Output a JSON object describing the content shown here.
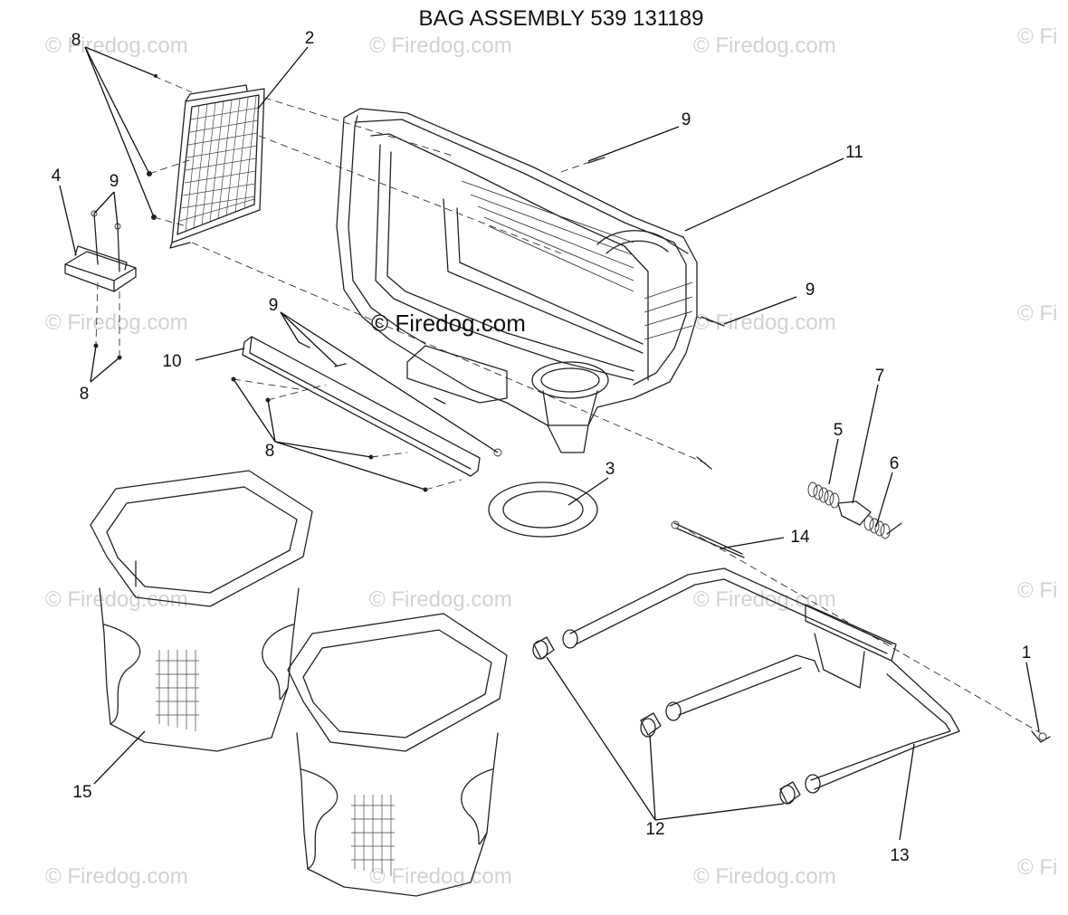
{
  "title": "BAG ASSEMBLY 539 131189",
  "watermark": "© Firedog.com",
  "watermark_faint": "© Firedog.com",
  "watermark_cut": "© Fi",
  "callouts": {
    "c1": "1",
    "c2": "2",
    "c3": "3",
    "c4": "4",
    "c5": "5",
    "c6": "6",
    "c7": "7",
    "c8a": "8",
    "c8b": "8",
    "c8c": "8",
    "c9a": "9",
    "c9b": "9",
    "c9c": "9",
    "c9d": "9",
    "c10": "10",
    "c11": "11",
    "c12": "12",
    "c13": "13",
    "c14": "14",
    "c15": "15"
  },
  "colors": {
    "line": "#222222",
    "watermark": "#d2d2d2",
    "background": "#ffffff"
  }
}
